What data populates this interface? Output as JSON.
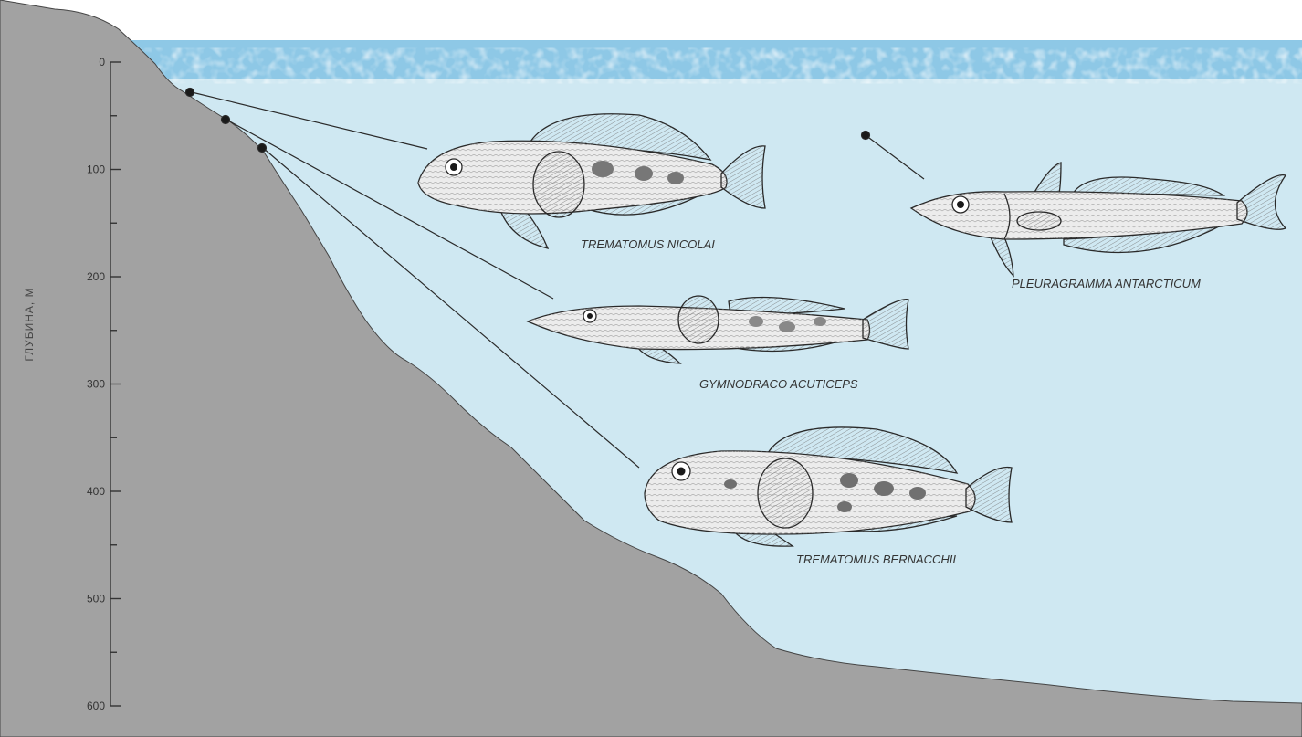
{
  "depth_axis": {
    "title": "ГЛУБИНА, М",
    "unit": "м",
    "range": [
      0,
      600
    ],
    "major_ticks": [
      0,
      100,
      200,
      300,
      400,
      500,
      600
    ],
    "minor_step": 50
  },
  "species": [
    {
      "name": "TREMATOMUS NICOLAI"
    },
    {
      "name": "GYMNODRACO ACUTICEPS"
    },
    {
      "name": "TREMATOMUS BERNACCHII"
    },
    {
      "name": "PLEURAGRAMMA ANTARCTICUM"
    }
  ],
  "colors": {
    "water": "#cfe8f2",
    "surface": "#8ec8e6",
    "seabed": "#a2a2a2",
    "ink": "#2a2a2a",
    "fish_body": "#ececec"
  }
}
